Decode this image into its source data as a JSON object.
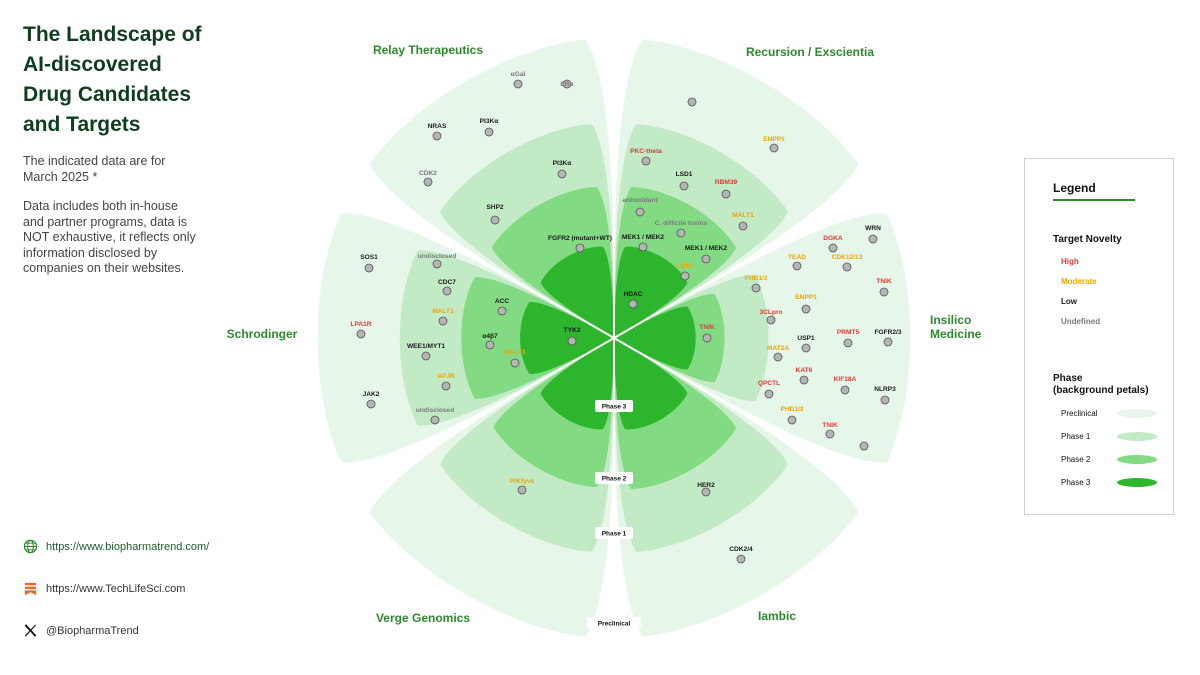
{
  "header": {
    "title": "The Landscape of\nAI-discovered\nDrug Candidates\nand Targets",
    "date_note": "The indicated data are for\nMarch 2025 *",
    "disclaimer": "Data includes both in-house\nand partner programs, data is\nNOT exhaustive, it reflects only\ninformation disclosed by\ncompanies on their websites."
  },
  "links": [
    {
      "icon": "globe-icon",
      "text": "https://www.biopharmatrend.com/"
    },
    {
      "icon": "techlifesci-logo-icon",
      "text": "https://www.TechLifeSci.com"
    },
    {
      "icon": "x-logo-icon",
      "text": "@BiopharmaTrend"
    }
  ],
  "colors": {
    "preclinical": "#e6f6e8",
    "phase1": "#c2eac4",
    "phase2": "#82da82",
    "phase3": "#2db52d",
    "high": "#e53935",
    "moderate": "#f0a500",
    "low": "#1a1a1a",
    "undefined": "#7a7a7a",
    "company": "#2b8a2b",
    "marker": "#b5b5b5"
  },
  "companies": [
    {
      "name": "Relay Therapeutics"
    },
    {
      "name": "Recursion / Exscientia"
    },
    {
      "name": "Insilico\nMedicine"
    },
    {
      "name": "Iambic"
    },
    {
      "name": "Verge Genomics"
    },
    {
      "name": "Schrodinger"
    }
  ],
  "phase_labels": [
    "Phase 3",
    "Phase 2",
    "Phase 1",
    "Preclinical"
  ],
  "targets": [
    {
      "label": "αGal",
      "novelty": "undefined"
    },
    {
      "label": "ERα",
      "novelty": "undefined"
    },
    {
      "label": "NRAS",
      "novelty": "low"
    },
    {
      "label": "PI3Kα",
      "novelty": "low"
    },
    {
      "label": "CDK2",
      "novelty": "undefined"
    },
    {
      "label": "PI3Kα",
      "novelty": "low"
    },
    {
      "label": "SHP2",
      "novelty": "low"
    },
    {
      "label": "FGFR2 (mutant+WT)",
      "novelty": "low"
    },
    {
      "label": "",
      "novelty": "low"
    },
    {
      "label": "ENPP1",
      "novelty": "moderate"
    },
    {
      "label": "PKC-theta",
      "novelty": "high"
    },
    {
      "label": "LSD1",
      "novelty": "low"
    },
    {
      "label": "RBM39",
      "novelty": "high"
    },
    {
      "label": "antioxidant",
      "novelty": "undefined"
    },
    {
      "label": "MALT1",
      "novelty": "moderate"
    },
    {
      "label": "C. difficile toxins",
      "novelty": "undefined"
    },
    {
      "label": "MEK1 / MEK2",
      "novelty": "low"
    },
    {
      "label": "MEK1 / MEK2",
      "novelty": "low"
    },
    {
      "label": "CDK7",
      "novelty": "moderate"
    },
    {
      "label": "HDAC",
      "novelty": "low"
    },
    {
      "label": "WRN",
      "novelty": "low"
    },
    {
      "label": "DGKA",
      "novelty": "high"
    },
    {
      "label": "TEAD",
      "novelty": "moderate"
    },
    {
      "label": "CDK12/13",
      "novelty": "moderate"
    },
    {
      "label": "TNIK",
      "novelty": "high"
    },
    {
      "label": "PHD1/2",
      "novelty": "moderate"
    },
    {
      "label": "ENPP1",
      "novelty": "moderate"
    },
    {
      "label": "3CLpro",
      "novelty": "high"
    },
    {
      "label": "TNIK",
      "novelty": "high"
    },
    {
      "label": "PRMT5",
      "novelty": "high"
    },
    {
      "label": "FGFR2/3",
      "novelty": "low"
    },
    {
      "label": "USP1",
      "novelty": "low"
    },
    {
      "label": "MAT2A",
      "novelty": "moderate"
    },
    {
      "label": "KAT6",
      "novelty": "high"
    },
    {
      "label": "KIF18A",
      "novelty": "high"
    },
    {
      "label": "NLRP3",
      "novelty": "low"
    },
    {
      "label": "QPCTL",
      "novelty": "high"
    },
    {
      "label": "PHD1/2",
      "novelty": "moderate"
    },
    {
      "label": "TNIK",
      "novelty": "high"
    },
    {
      "label": "",
      "novelty": "low"
    },
    {
      "label": "HER2",
      "novelty": "low"
    },
    {
      "label": "CDK2/4",
      "novelty": "low"
    },
    {
      "label": "PIKfyve",
      "novelty": "moderate"
    },
    {
      "label": "SOS1",
      "novelty": "low"
    },
    {
      "label": "LPA1R",
      "novelty": "high"
    },
    {
      "label": "JAK2",
      "novelty": "low"
    },
    {
      "label": "undisclosed",
      "novelty": "undefined"
    },
    {
      "label": "CDC7",
      "novelty": "low"
    },
    {
      "label": "MALT1",
      "novelty": "moderate"
    },
    {
      "label": "WEE1/MYT1",
      "novelty": "low"
    },
    {
      "label": "APJR",
      "novelty": "moderate"
    },
    {
      "label": "undisclosed",
      "novelty": "undefined"
    },
    {
      "label": "ACC",
      "novelty": "low"
    },
    {
      "label": "α4β7",
      "novelty": "low"
    },
    {
      "label": "MALT1",
      "novelty": "moderate"
    },
    {
      "label": "TYK2",
      "novelty": "low"
    }
  ],
  "legend": {
    "title": "Legend",
    "novelty_title": "Target Novelty",
    "novelty": [
      {
        "label": "High",
        "color": "#e53935"
      },
      {
        "label": "Moderate",
        "color": "#f0a500"
      },
      {
        "label": "Low",
        "color": "#1a1a1a"
      },
      {
        "label": "Undefined",
        "color": "#7a7a7a"
      }
    ],
    "phase_title": "Phase\n(background petals)",
    "phases": [
      {
        "label": "Preclinical",
        "color": "#e6f6e8"
      },
      {
        "label": "Phase 1",
        "color": "#c2eac4"
      },
      {
        "label": "Phase 2",
        "color": "#82da82"
      },
      {
        "label": "Phase 3",
        "color": "#2db52d"
      }
    ]
  }
}
